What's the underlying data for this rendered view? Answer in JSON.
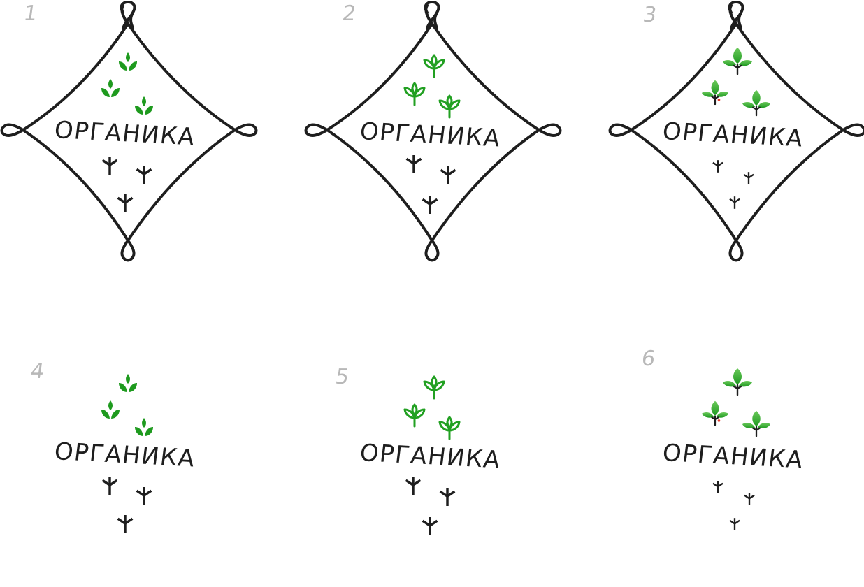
{
  "brand": {
    "wordmark": "ОРГАНИКА",
    "colors": {
      "ink": "#1e1e1e",
      "leaf_green": "#1e9a1e",
      "leaf_light": "#5fc24a",
      "leaf_dark": "#229922",
      "berry_red": "#e53b2c",
      "label_gray": "#b8b8b8"
    }
  },
  "variants": [
    {
      "number": "1",
      "frame": "diamond-with-loops",
      "sprout_style": "solid-trefoil",
      "footprint_style": "large"
    },
    {
      "number": "2",
      "frame": "diamond-with-loops",
      "sprout_style": "outline-trefoil",
      "footprint_style": "large"
    },
    {
      "number": "3",
      "frame": "diamond-with-loops",
      "sprout_style": "gradient-leaves-with-twig",
      "footprint_style": "small"
    },
    {
      "number": "4",
      "frame": "none",
      "sprout_style": "solid-trefoil",
      "footprint_style": "large"
    },
    {
      "number": "5",
      "frame": "none",
      "sprout_style": "outline-trefoil",
      "footprint_style": "large"
    },
    {
      "number": "6",
      "frame": "none",
      "sprout_style": "gradient-leaves-with-twig",
      "footprint_style": "small"
    }
  ]
}
